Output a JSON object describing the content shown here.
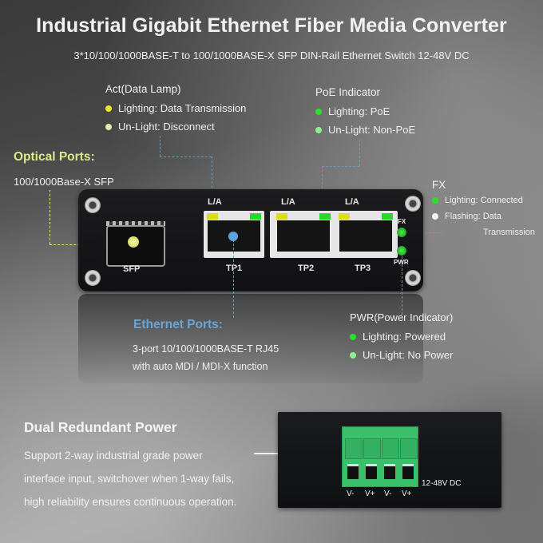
{
  "header": {
    "title": "Industrial Gigabit Ethernet Fiber Media Converter",
    "subtitle": "3*10/100/1000BASE-T to 100/1000BASE-X SFP DIN-Rail Ethernet Switch 12-48V DC"
  },
  "act_lamp": {
    "heading": "Act(Data Lamp)",
    "items": [
      {
        "label": "Lighting: Data Transmission",
        "color": "#e8ec2a"
      },
      {
        "label": "Un-Light: Disconnect",
        "color": "#e8ecb0"
      }
    ]
  },
  "poe_indicator": {
    "heading": "PoE Indicator",
    "items": [
      {
        "label": "Lighting: PoE",
        "color": "#2ee02e"
      },
      {
        "label": "Un-Light: Non-PoE",
        "color": "#8ef08e"
      }
    ]
  },
  "optical_ports": {
    "heading": "Optical Ports:",
    "description": "100/1000Base-X SFP"
  },
  "fx": {
    "heading": "FX",
    "items": [
      {
        "label": "Lighting: Connected",
        "color": "#2ee02e"
      },
      {
        "label": "Flashing: Data",
        "label2": "Transmission",
        "color": "#f4f4f4"
      }
    ]
  },
  "device": {
    "sfp_label": "SFP",
    "ports": [
      {
        "name": "TP1",
        "led_label": "L/A"
      },
      {
        "name": "TP2",
        "led_label": "L/A"
      },
      {
        "name": "TP3",
        "led_label": "L/A"
      }
    ],
    "fx_label": "FX",
    "pwr_label": "PWR"
  },
  "ethernet_ports": {
    "heading": "Ethernet Ports:",
    "line1": "3-port 10/100/1000BASE-T RJ45",
    "line2": "with auto MDI / MDI-X function"
  },
  "pwr_indicator": {
    "heading": "PWR(Power Indicator)",
    "items": [
      {
        "label": "Lighting: Powered",
        "color": "#2ee02e"
      },
      {
        "label": "Un-Light: No Power",
        "color": "#8ef08e"
      }
    ]
  },
  "power": {
    "heading": "Dual Redundant Power",
    "lines": [
      "Support 2-way industrial grade power",
      "interface input, switchover when 1-way fails,",
      "high reliability ensures continuous operation."
    ],
    "voltage": "12-48V DC",
    "terminals": [
      "V-",
      "V+",
      "V-",
      "V+"
    ]
  }
}
